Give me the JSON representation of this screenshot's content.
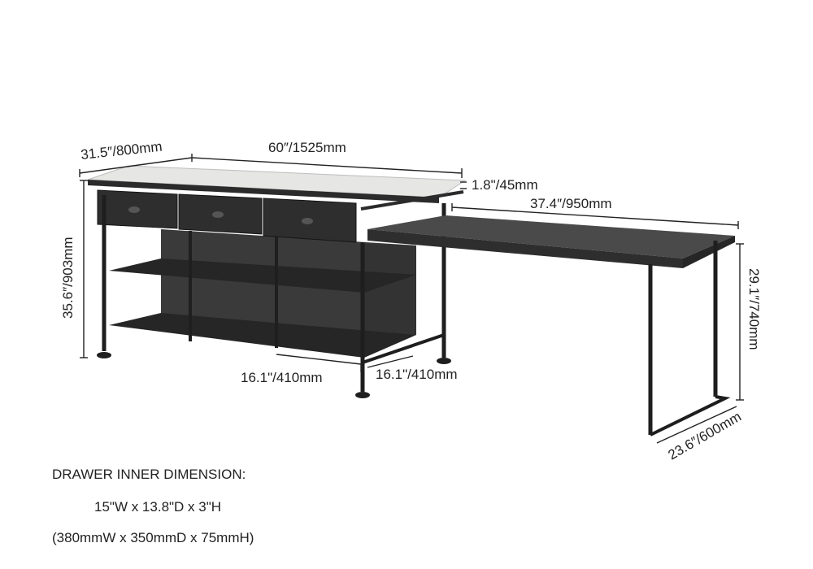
{
  "dimensions": {
    "island_width": "31.5″/800mm",
    "island_length": "60″/1525mm",
    "top_thickness": "1.8\"/45mm",
    "extension_length": "37.4″/950mm",
    "island_height": "35.6″/903mm",
    "extension_height": "29.1″/740mm",
    "shelf_depth_left": "16.1\"/410mm",
    "shelf_depth_right": "16.1\"/410mm",
    "extension_depth": "23.6″/600mm"
  },
  "drawer_note": {
    "title": "DRAWER INNER DIMENSION:",
    "imperial": "15\"W x 13.8\"D x 3\"H",
    "metric": "(380mmW x 350mmD x 75mmH)"
  },
  "colors": {
    "frame": "#2b2b2b",
    "top": "#e8e8e6",
    "panel": "#3c3c3c",
    "extension": "#4a4a4a"
  }
}
